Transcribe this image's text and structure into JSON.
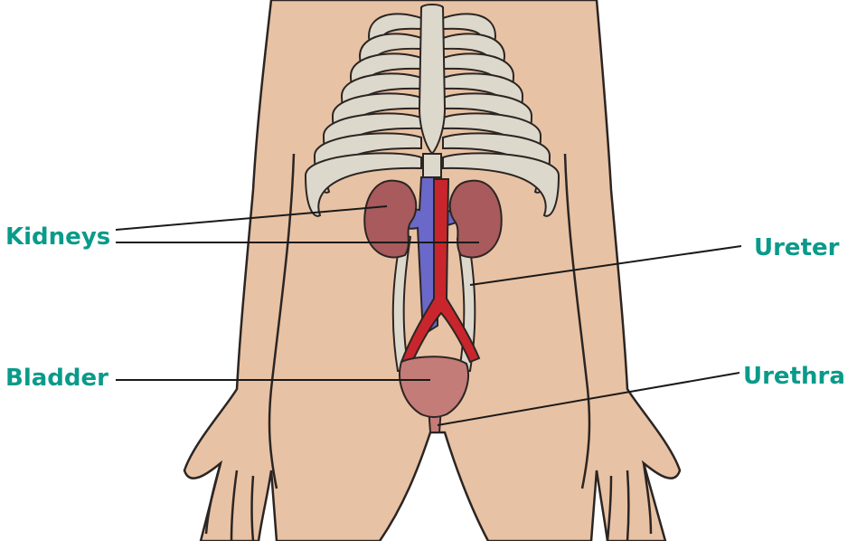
{
  "labels": {
    "kidneys": "Kidneys",
    "ureter": "Ureter",
    "bladder": "Bladder",
    "urethra": "Urethra"
  },
  "colors": {
    "label_text": "#0a9a8a",
    "skin": "#e8c2a4",
    "outline": "#2b2523",
    "bone": "#ddd8cc",
    "kidney": "#a85a5c",
    "bladder": "#c47c78",
    "artery": "#c8262c",
    "vein": "#6a68c8",
    "leader_line": "#1a1a1a"
  }
}
